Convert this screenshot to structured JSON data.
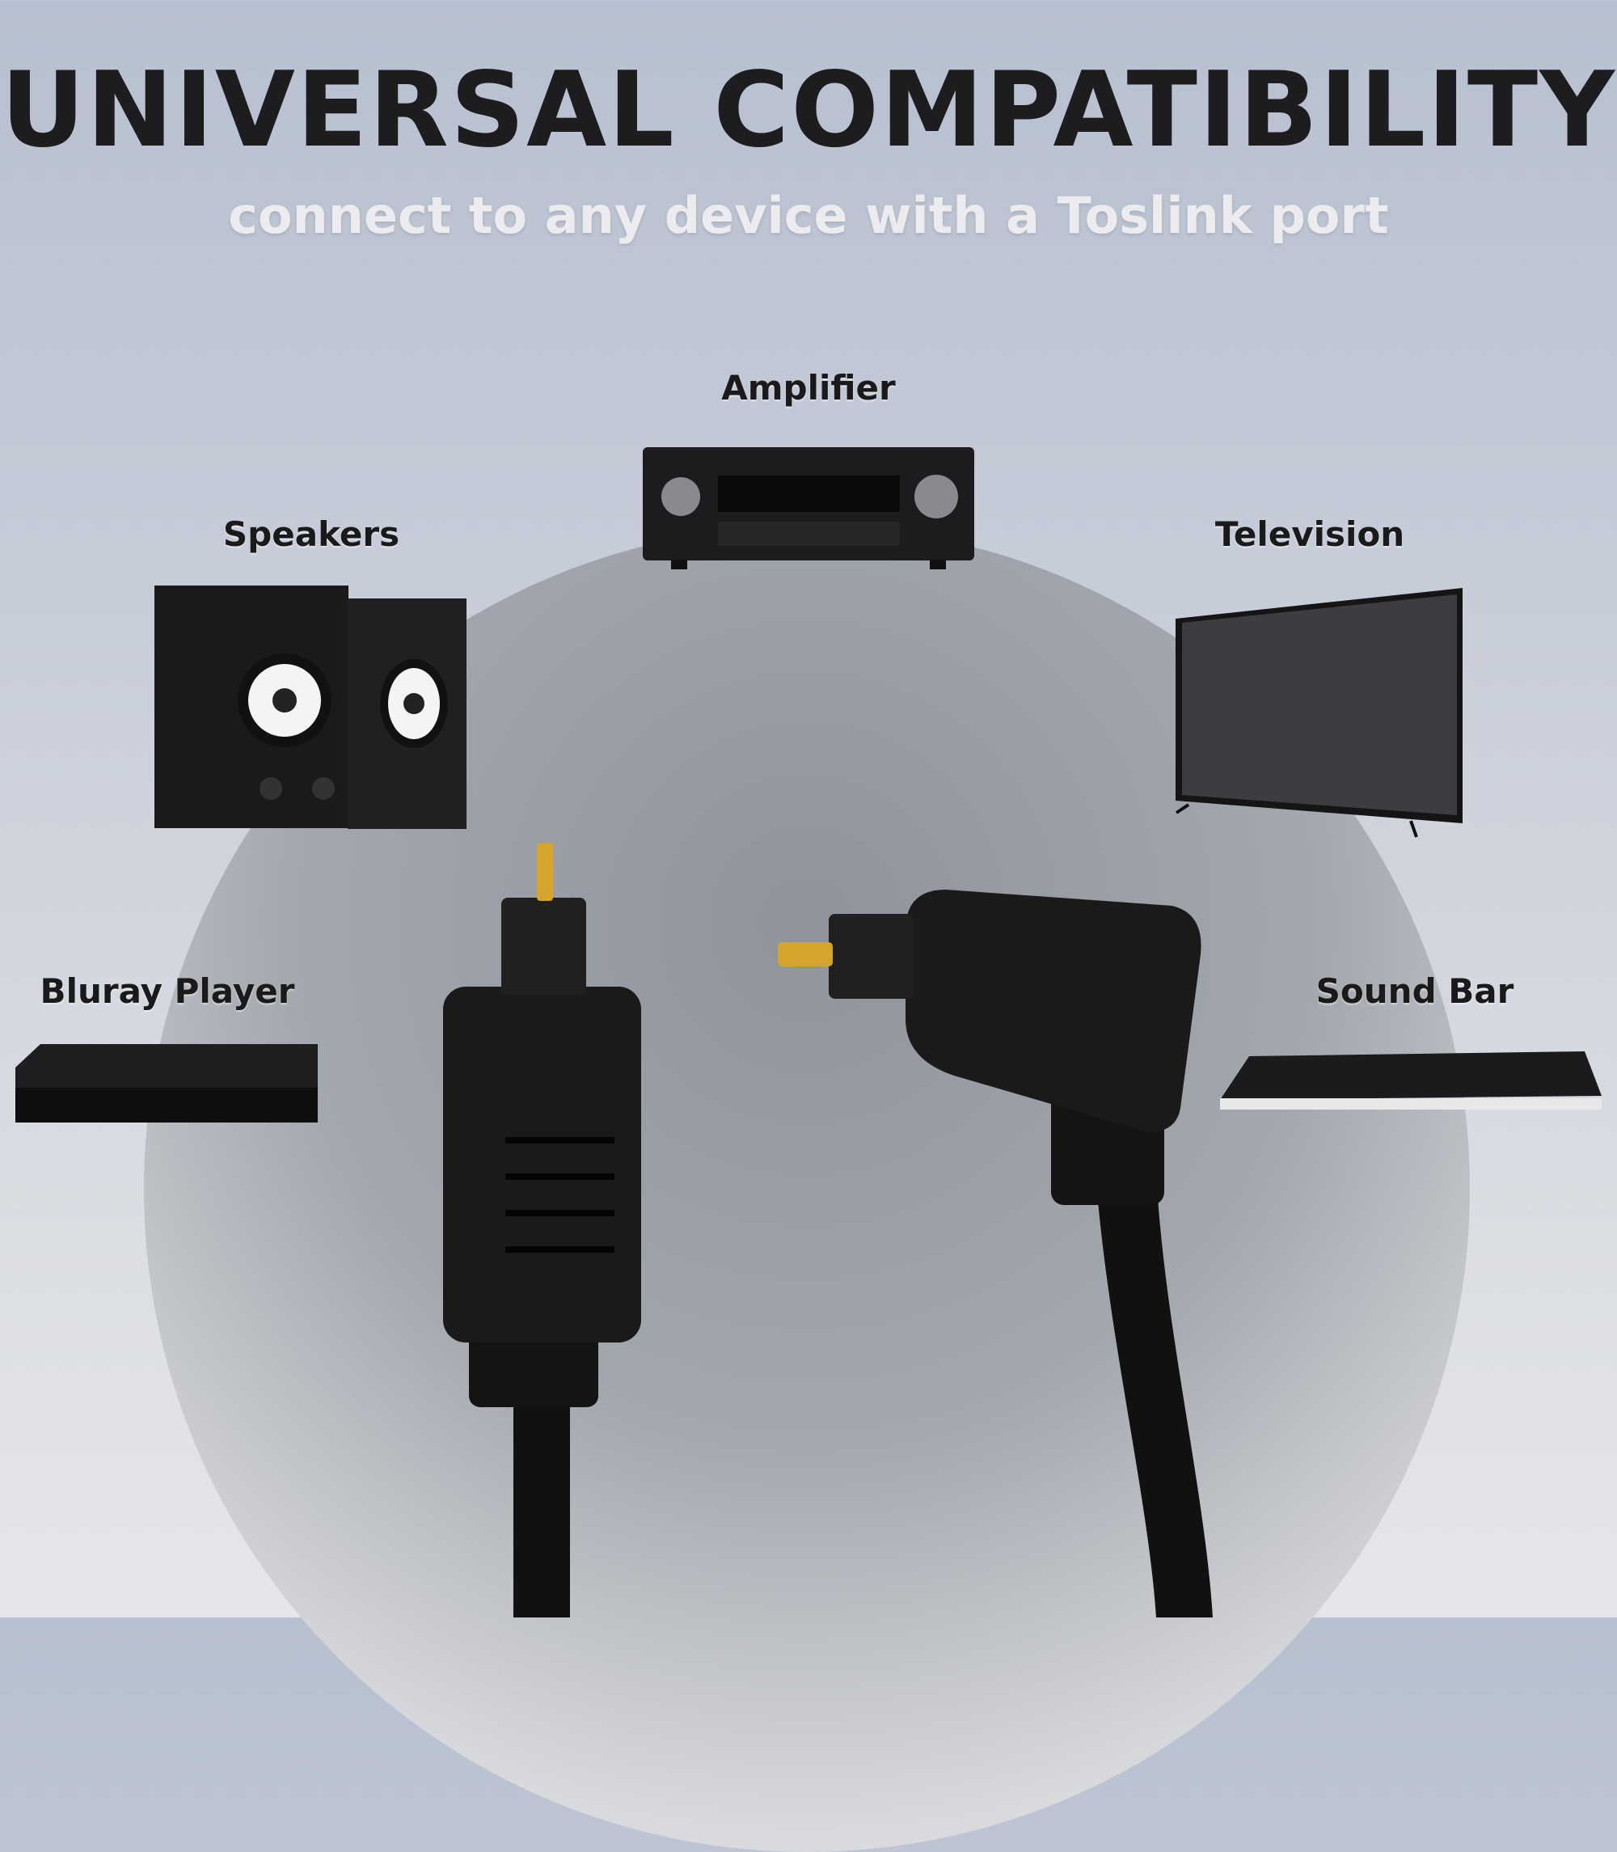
{
  "header": {
    "title": "UNIVERSAL COMPATIBILITY",
    "subtitle": "connect to any device with a Toslink port"
  },
  "devices": [
    {
      "label": "Amplifier",
      "icon": "amplifier-icon"
    },
    {
      "label": "Speakers",
      "icon": "speakers-icon"
    },
    {
      "label": "Television",
      "icon": "television-icon"
    },
    {
      "label": "Bluray Player",
      "icon": "bluray-player-icon"
    },
    {
      "label": "Sound Bar",
      "icon": "sound-bar-icon"
    }
  ],
  "colors": {
    "title": "#1d1d1f",
    "subtitle": "#ececee",
    "device": "#1a1a1a",
    "plug_tip": "#d4a52a"
  }
}
